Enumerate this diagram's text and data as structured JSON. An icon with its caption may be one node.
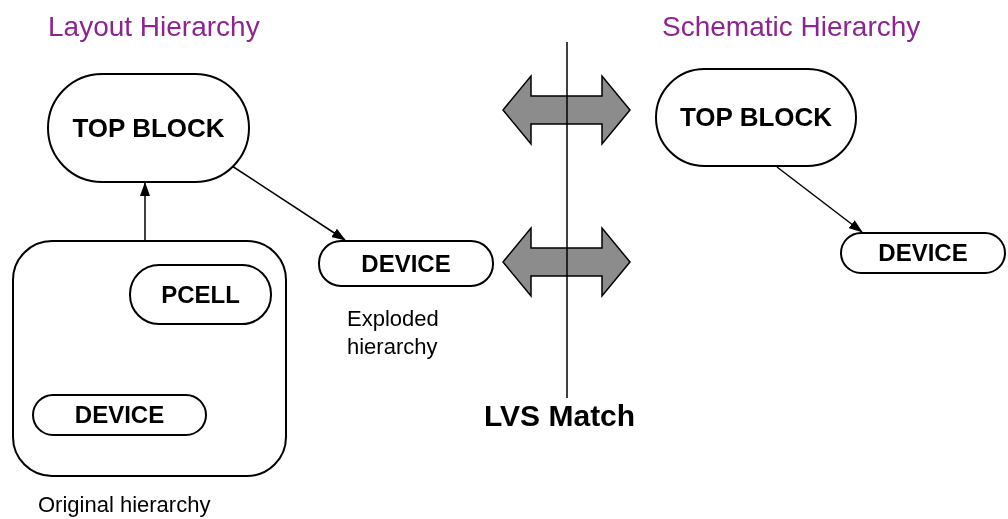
{
  "diagram": {
    "nodes": [
      {
        "text": [
          "TOP BLOCK"
        ]
      },
      {
        "text": [],
        "shape": "box",
        "beside": [
          "Original hierarchy"
        ]
      },
      {
        "text": [
          "PCELL"
        ],
        "in": 1
      },
      {
        "text": [
          "DEVICE"
        ],
        "in": 1
      },
      {
        "text": [
          "DEVICE"
        ],
        "beside": [
          "Exploded hierarchy"
        ]
      },
      {
        "text": [
          "TOP BLOCK"
        ]
      },
      {
        "text": [
          "DEVICE"
        ]
      }
    ],
    "edges": [
      {
        "from": 1,
        "to": 0,
        "arrow": "to"
      },
      {
        "from": 0,
        "to": 4,
        "arrow": "to"
      },
      {
        "from": 5,
        "to": 6,
        "arrow": "to"
      }
    ],
    "labels": [
      "Layout Hierarchy",
      "Schematic Hierarchy",
      "LVS Match"
    ]
  }
}
